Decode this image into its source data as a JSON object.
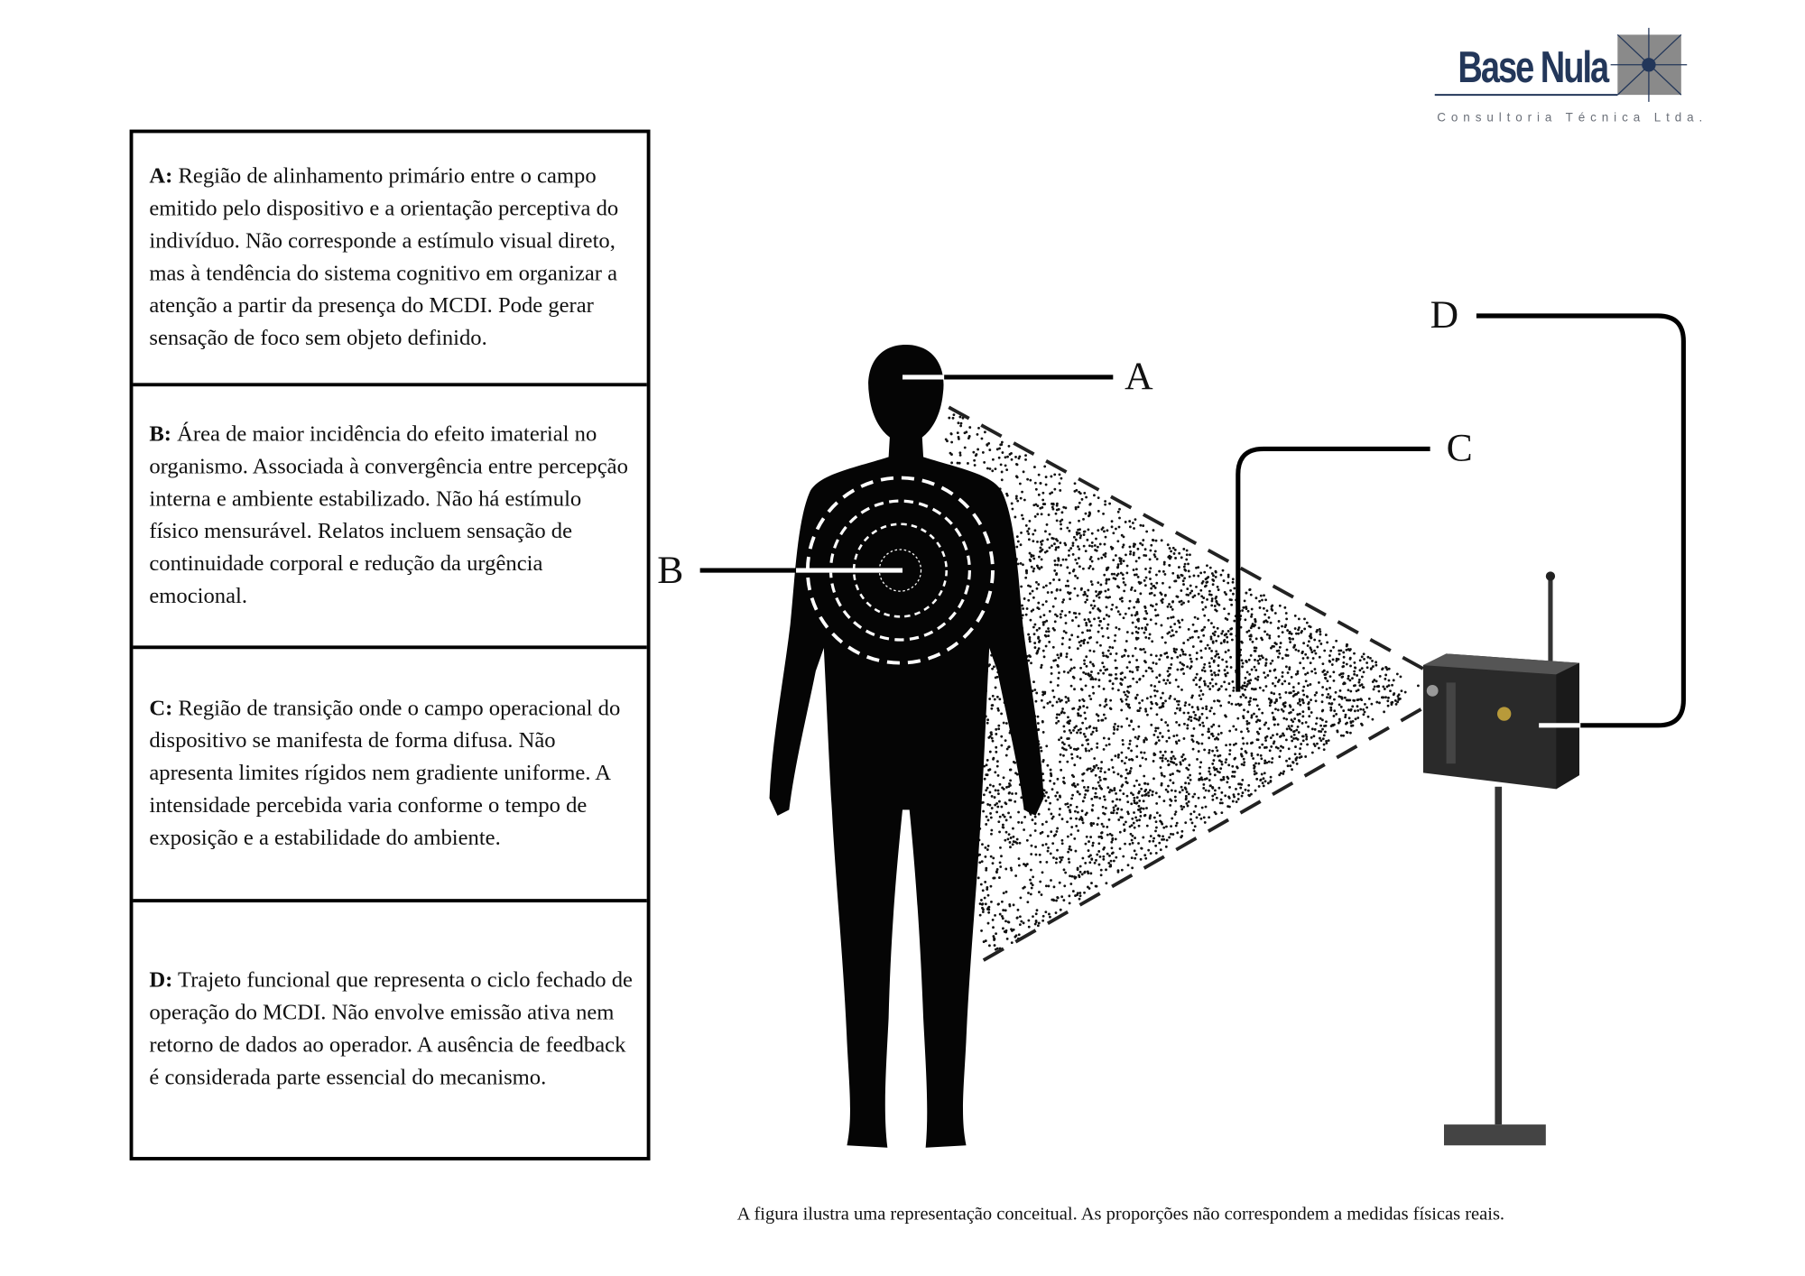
{
  "logo": {
    "name": "Base Nula",
    "subtitle": "Consultoria Técnica Ltda.",
    "color": "#23375a"
  },
  "legend": [
    {
      "key": "A:",
      "text": "Região de alinhamento primário entre o campo emitido pelo dispositivo e a orientação perceptiva do indivíduo. Não corresponde a estímulo visual direto, mas à tendência do sistema cognitivo em organizar a atenção a partir da presença do MCDI. Pode gerar sensação de foco sem objeto definido."
    },
    {
      "key": "B:",
      "text": "Área de maior incidência do efeito imaterial no organismo. Associada à convergência entre percepção interna e ambiente estabilizado. Não há estímulo físico mensurável. Relatos incluem sensação de continuidade corporal e redução da urgência emocional."
    },
    {
      "key": "C:",
      "text": "Região de transição onde o campo operacional do dispositivo se manifesta de forma difusa. Não apresenta limites rígidos nem gradiente uniforme. A intensidade percebida varia conforme o tempo de exposição e a estabilidade do ambiente."
    },
    {
      "key": "D:",
      "text": "Trajeto funcional que representa o ciclo fechado de operação do MCDI. Não envolve emissão ativa nem retorno de dados ao operador. A ausência de feedback é considerada parte essencial do mecanismo."
    }
  ],
  "labels": {
    "a": "A",
    "b": "B",
    "c": "C",
    "d": "D"
  },
  "caption": "A figura ilustra uma representação conceitual. As proporções não correspondem a medidas físicas reais."
}
